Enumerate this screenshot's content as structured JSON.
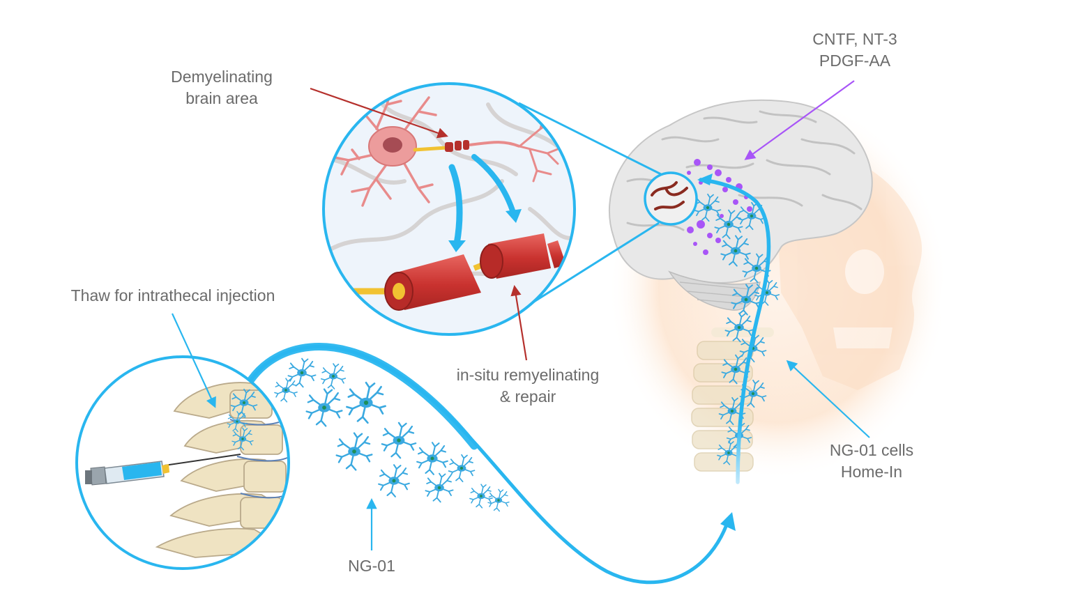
{
  "labels": {
    "demyelinating": [
      "Demyelinating",
      "brain area"
    ],
    "factors": [
      "CNTF, NT-3",
      "PDGF-AA"
    ],
    "thaw": "Thaw for intrathecal injection",
    "remyelinating": [
      "in-situ remyelinating",
      "& repair"
    ],
    "ng01": "NG-01",
    "homein": [
      "NG-01 cells",
      "Home-In"
    ]
  },
  "colors": {
    "accent_blue": "#29b6ef",
    "cell_blue": "#3aa9e0",
    "myelin_red": "#d9423f",
    "neuron_pink": "#e88b8b",
    "factor_purple": "#a855f7",
    "arrow_red": "#b5302c",
    "label_gray": "#6b6b6b",
    "bone": "#f1e4c4",
    "head_glow": "#fde7d4"
  },
  "icons": [
    "brain-icon",
    "skull-icon",
    "spine-icon",
    "neuron-icon",
    "myelin-sheath-icon",
    "syringe-icon",
    "ng01-cell-icon"
  ]
}
